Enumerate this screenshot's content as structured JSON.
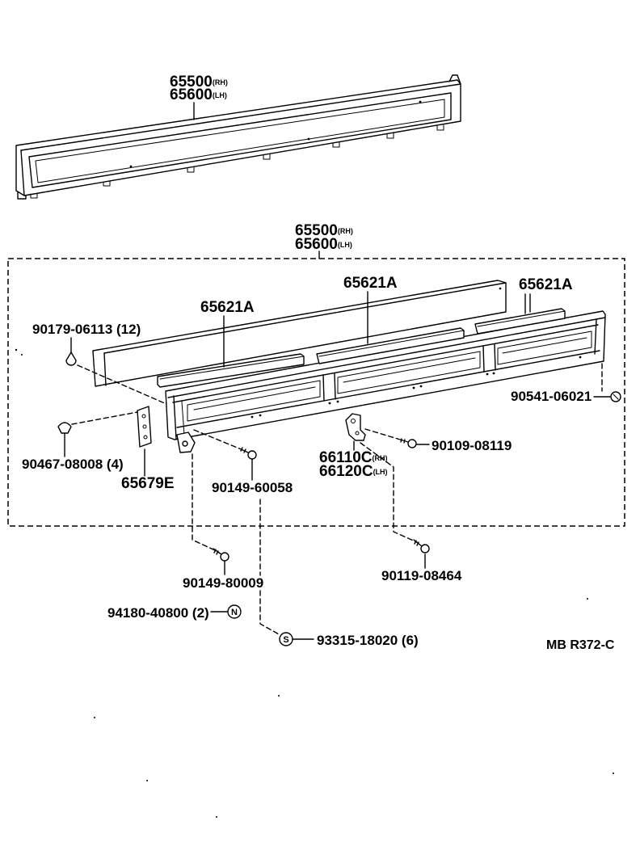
{
  "colors": {
    "ink": "#000000",
    "paper": "#ffffff"
  },
  "callouts": {
    "upper_panel": {
      "rh_part": "65500",
      "rh_side": "(RH)",
      "lh_part": "65600",
      "lh_side": "(LH)"
    },
    "panel_assembly": {
      "rh_part": "65500",
      "rh_side": "(RH)",
      "lh_part": "65600",
      "lh_side": "(LH)"
    },
    "strip_center": "65621A",
    "strip_right": "65621A",
    "strip_left": "65621A",
    "cap_fastener": "90179-06113 (12)",
    "right_bolt": "90541-06021",
    "bracket_screw": "90109-08119",
    "clip": "90467-08008 (4)",
    "bracket": {
      "rh_part": "66110C",
      "rh_side": "(RH)",
      "lh_part": "66120C",
      "lh_side": "(LH)"
    },
    "retainer": "65679E",
    "frame_screw": "90149-60058",
    "lower_frame_screw": "90149-80009",
    "lower_bracket_screw": "90119-08464",
    "nut": "94180-40800 (2)",
    "screw_set": "93315-18020 (6)"
  },
  "symbols": {
    "nut_mark": "N",
    "screw_mark": "S"
  },
  "drawing_code": "MB R372-C"
}
